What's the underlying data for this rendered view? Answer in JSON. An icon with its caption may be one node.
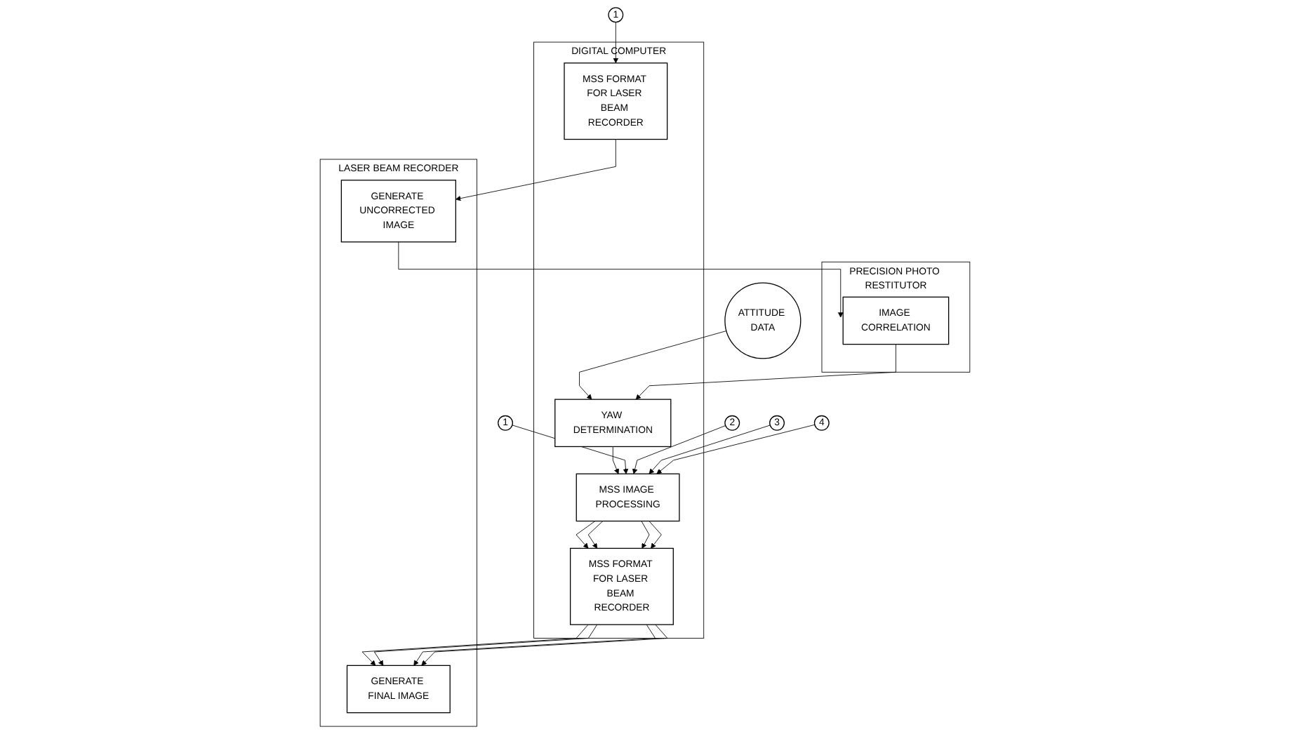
{
  "diagram": {
    "nodes": [
      {
        "text": [
          "DIGITAL COMPUTER"
        ]
      },
      {
        "text": [
          "MSS FORMAT FOR LASER BEAM RECORDER"
        ],
        "in": 0
      },
      {
        "text": [
          "YAW DETERMINATION"
        ],
        "in": 0
      },
      {
        "text": [
          "MSS IMAGE PROCESSING"
        ],
        "in": 0
      },
      {
        "text": [
          "MSS FORMAT FOR LASER BEAM RECORDER"
        ],
        "in": 0
      },
      {
        "text": [
          "LASER BEAM RECORDER"
        ]
      },
      {
        "text": [
          "GENERATE UNCORRECTED IMAGE"
        ],
        "in": 5
      },
      {
        "text": [
          "GENERATE FINAL IMAGE"
        ],
        "in": 5
      },
      {
        "text": [
          "PRECISION PHOTO RESTITUTOR"
        ]
      },
      {
        "text": [
          "IMAGE CORRELATION"
        ],
        "in": 8
      },
      {
        "text": [
          "1"
        ]
      },
      {
        "text": [
          "ATTITUDE DATA"
        ]
      },
      {
        "text": [
          "1"
        ]
      },
      {
        "text": [
          "2"
        ]
      },
      {
        "text": [
          "3"
        ]
      },
      {
        "text": [
          "4"
        ]
      }
    ],
    "edges": [
      {
        "from": 10,
        "to": 1,
        "arrow": "to"
      },
      {
        "from": 1,
        "to": 6,
        "arrow": "to"
      },
      {
        "from": 6,
        "to": 9,
        "arrow": "to"
      },
      {
        "from": 11,
        "to": 2,
        "arrow": "to"
      },
      {
        "from": 9,
        "to": 2,
        "arrow": "to"
      },
      {
        "from": 2,
        "to": 3,
        "arrow": "to"
      },
      {
        "from": 12,
        "to": 3,
        "arrow": "to"
      },
      {
        "from": 13,
        "to": 3,
        "arrow": "to"
      },
      {
        "from": 14,
        "to": 3,
        "arrow": "to"
      },
      {
        "from": 15,
        "to": 3,
        "arrow": "to"
      },
      {
        "from": 3,
        "to": 4,
        "arrow": "to"
      },
      {
        "from": 3,
        "to": 4,
        "arrow": "to"
      },
      {
        "from": 3,
        "to": 4,
        "arrow": "to"
      },
      {
        "from": 3,
        "to": 4,
        "arrow": "to"
      },
      {
        "from": 4,
        "to": 7,
        "arrow": "to"
      },
      {
        "from": 4,
        "to": 7,
        "arrow": "to"
      },
      {
        "from": 4,
        "to": 7,
        "arrow": "to"
      },
      {
        "from": 4,
        "to": 7,
        "arrow": "to"
      }
    ]
  }
}
